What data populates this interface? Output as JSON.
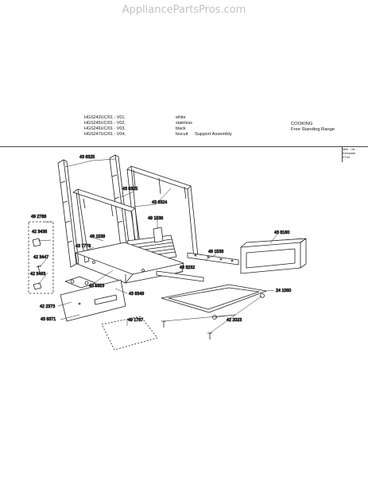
{
  "watermark": "AppliancePartsPros.com",
  "header": {
    "models": [
      "HGS242UC/01 - V01,",
      "HGS245UC/01 - V02,",
      "HGS246UC/01 - V03,",
      "HGS247UC/01 - V04,"
    ],
    "colors": [
      "white",
      "stainless",
      "black",
      "biscuit"
    ],
    "assembly": "Support Assembly",
    "category": "COOKING",
    "range_type": "Free Standing Range",
    "corner_note": [
      "Mat. - Nr. - Kendastr.",
      "3743"
    ]
  },
  "parts": {
    "p436325a": "43 6325",
    "p436325b": "43 6325",
    "p436324": "43 6324",
    "p491538a": "49 1538",
    "p492788": "49 2788",
    "p423436": "42 3436",
    "p491539": "49 1539",
    "p437778": "43 7778",
    "p423447": "42 3447",
    "p423463": "42 3463",
    "p435323": "43 5323",
    "p423373": "42 2373",
    "p436371": "43 6371",
    "p436349": "43 6349",
    "p491787": "49 1787",
    "p438160": "43 8160",
    "p491538b": "49 1538",
    "p493232": "49 3232",
    "p241060": "24 1060",
    "p422023": "42 2023"
  }
}
